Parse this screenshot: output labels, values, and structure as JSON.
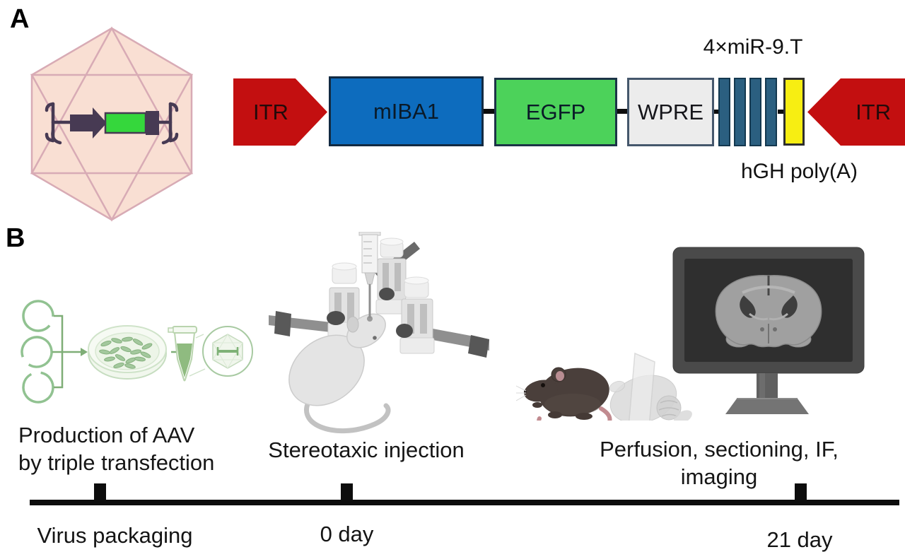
{
  "figure": {
    "panel_a_label": "A",
    "panel_b_label": "B"
  },
  "panel_a": {
    "construct": {
      "itr_left_label": "ITR",
      "promoter_label": "mIBA1",
      "reporter_label": "EGFP",
      "wpre_label": "WPRE",
      "mir_target_label": "4×miR-9.T",
      "mir_target_repeats": 4,
      "polya_label": "hGH poly(A)",
      "itr_right_label": "ITR"
    },
    "colors": {
      "itr_red": "#c30f10",
      "promoter_blue": "#0d6cbe",
      "reporter_green": "#4cd25a",
      "wpre_gray": "#ececec",
      "mir_stripe_teal": "#2b5f80",
      "polya_yellow": "#f7ee12",
      "capsid_fill": "#f9dfd3",
      "capsid_stroke": "#d8abb5"
    },
    "icons": [
      "aav-capsid-icon",
      "packaged-genome-icon"
    ]
  },
  "panel_b": {
    "steps": [
      {
        "caption_lines": [
          "Production of AAV",
          "by triple transfection"
        ],
        "icons": [
          "plasmids-icon",
          "petri-dish-icon",
          "microtube-icon",
          "virus-callout-icon"
        ]
      },
      {
        "caption_lines": [
          "Stereotaxic injection"
        ],
        "icons": [
          "stereotaxic-frame-icon",
          "syringe-icon",
          "lab-mouse-icon"
        ]
      },
      {
        "caption_lines": [
          "Perfusion, sectioning, IF, imaging"
        ],
        "icons": [
          "black-mouse-icon",
          "brain-sectioning-icon",
          "monitor-icon",
          "brain-slice-image"
        ]
      }
    ],
    "timeline": {
      "labels": [
        "Virus packaging",
        "0 day",
        "21 day"
      ]
    }
  }
}
